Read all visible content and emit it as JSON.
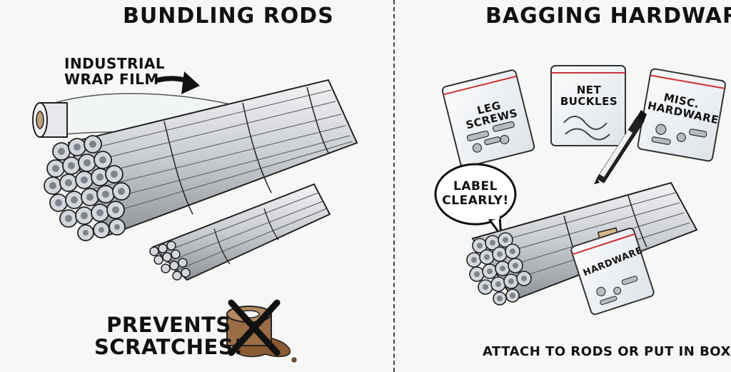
{
  "left_panel": {
    "title": "BUNDLING RODS",
    "film_label_line1": "INDUSTRIAL",
    "film_label_line2": "WRAP FILM",
    "benefit_line1": "PREVENTS",
    "benefit_line2": "SCRATCHES!"
  },
  "right_panel": {
    "title": "BAGGING HARDWARE",
    "bags": [
      {
        "line1": "LEG",
        "line2": "SCREWS"
      },
      {
        "line1": "NET",
        "line2": "BUCKLES"
      },
      {
        "line1": "MISC.",
        "line2": "HARDWARE"
      },
      {
        "line1": "HARDWARE"
      }
    ],
    "bubble_line1": "LABEL",
    "bubble_line2": "CLEARLY!",
    "footer": "ATTACH TO RODS OR PUT IN BOX"
  },
  "colors": {
    "background": "#f7f7f5",
    "ink": "#111111",
    "metal": "#c9ccd0",
    "tape": "#9a6d45",
    "bag": "#eef1f4"
  }
}
